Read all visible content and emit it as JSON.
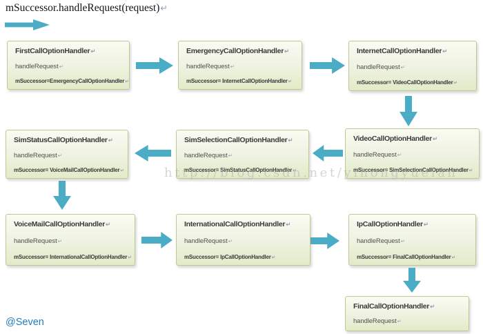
{
  "header": {
    "expression": "mSuccessor.handleRequest(request)"
  },
  "marks": {
    "return": "↵"
  },
  "watermark": "http://blog.csdn.net/yihongyuelan",
  "signature": "@Seven",
  "diagram": {
    "type": "chain-of-responsibility-flow",
    "arrow_color": "#4bacc6",
    "boxes": [
      {
        "title": "FirstCallOptionHandler",
        "method": "handleRequest",
        "successor": "mSuccessor=EmergencyCallOptionHandler"
      },
      {
        "title": "EmergencyCallOptionHandler",
        "method": "handleRequest",
        "successor": "mSuccessor= InternetCallOptionHandler"
      },
      {
        "title": "InternetCallOptionHandler",
        "method": "handleRequest",
        "successor": "mSuccessor= VideoCallOptionHandler"
      },
      {
        "title": "SimStatusCallOptionHandler",
        "method": "handleRequest",
        "successor": "mSuccessor= VoiceMailCallOptionHandler"
      },
      {
        "title": "SimSelectionCallOptionHandler",
        "method": "handleRequest",
        "successor": "mSuccessor= SimStatusCallOptionHandler"
      },
      {
        "title": "VideoCallOptionHandler",
        "method": "handleRequest",
        "successor": "mSuccessor= SimSelectionCallOptionHandler"
      },
      {
        "title": "VoiceMailCallOptionHandler",
        "method": "handleRequest",
        "successor": "mSuccessor= InternationalCallOptionHandler"
      },
      {
        "title": "InternationalCallOptionHandler",
        "method": "handleRequest",
        "successor": "mSuccessor= IpCallOptionHandler"
      },
      {
        "title": "IpCallOptionHandler",
        "method": "handleRequest",
        "successor": "mSuccessor= FinalCallOptionHandler"
      },
      {
        "title": "FinalCallOptionHandler",
        "method": "handleRequest"
      }
    ]
  }
}
